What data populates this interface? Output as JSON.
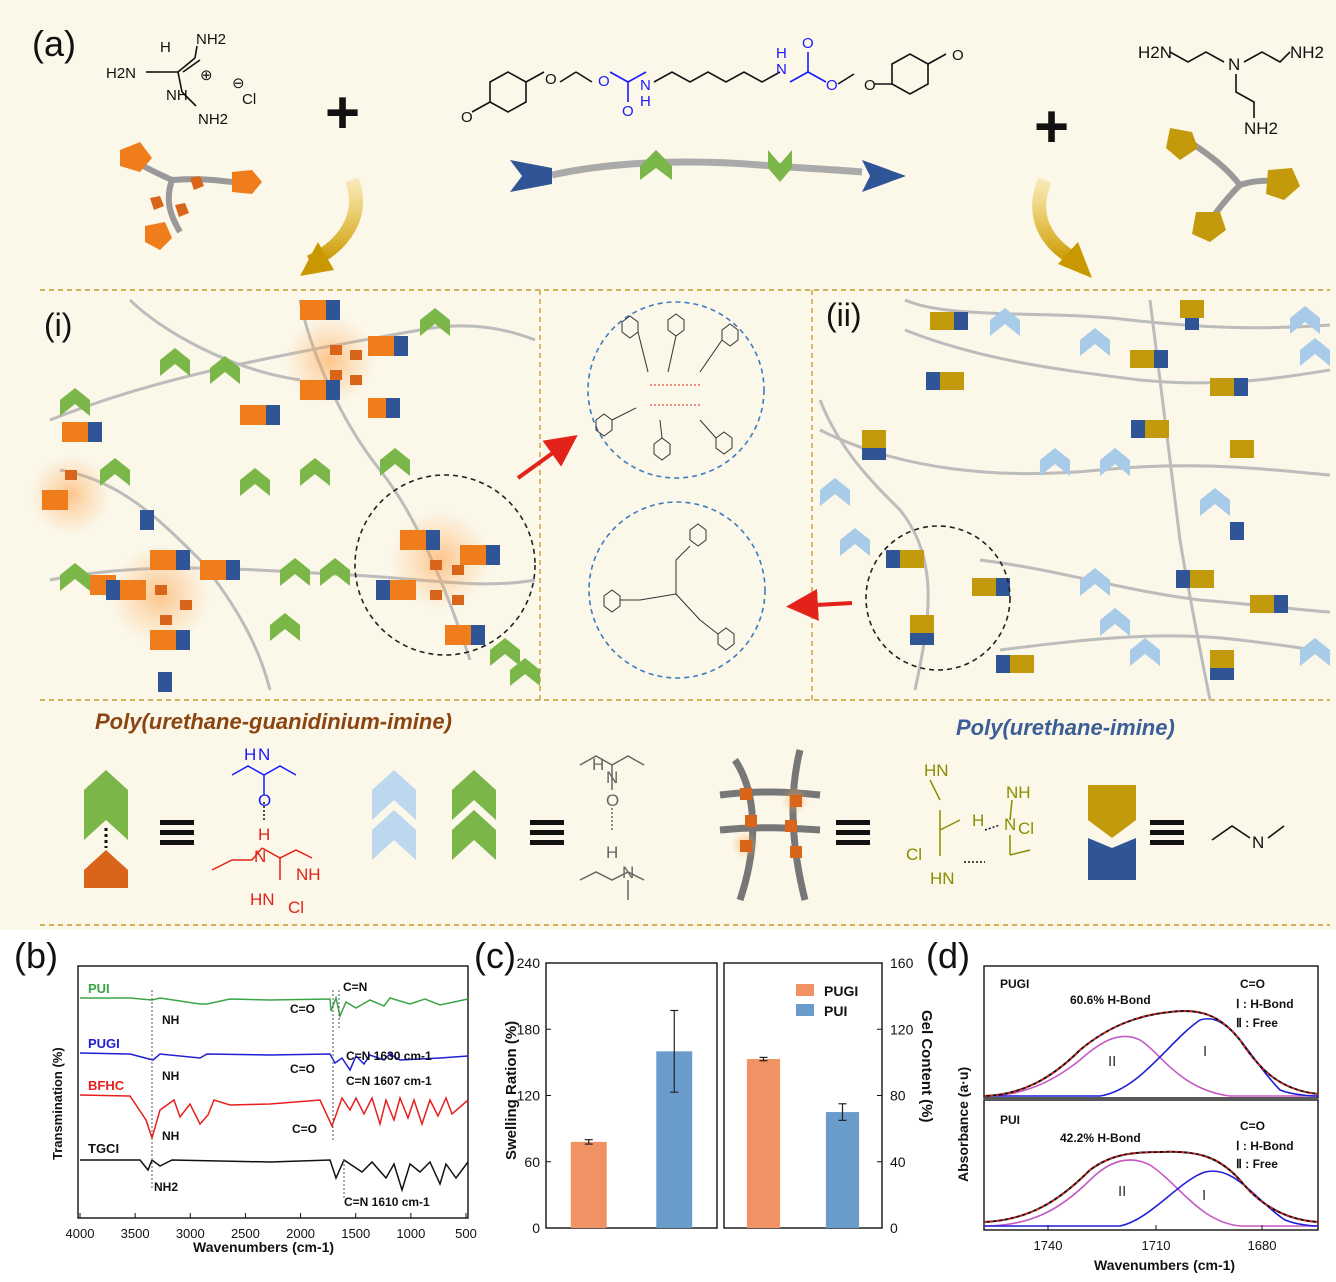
{
  "panel_labels": {
    "a": "(a)",
    "b": "(b)",
    "c": "(c)",
    "d": "(d)",
    "i": "(i)",
    "ii": "(ii)"
  },
  "reactants": {
    "tgci": {
      "nh2_1": "NH2",
      "h": "H",
      "nh2_2": "NH2",
      "h2n": "H2N",
      "nh": "NH",
      "plus_charge": "⊕",
      "minus_charge": "⊖",
      "cl": "Cl"
    },
    "linker": {
      "o1": "O",
      "o2": "O",
      "o3": "O",
      "o4": "O",
      "h1": "H",
      "n1": "N",
      "h2": "H",
      "n2": "N"
    },
    "tren": {
      "h2n": "H2N",
      "n": "N",
      "nh2_right": "NH2",
      "nh2_bottom": "NH2"
    },
    "plus": "+"
  },
  "captions": {
    "pugi": "Poly(urethane-guanidinium-imine)",
    "pui": "Poly(urethane-imine)"
  },
  "legend_structs": {
    "urethane": {
      "n": "N",
      "h": "H",
      "o": "O"
    },
    "hydrazone": {
      "h": "H",
      "n": "N",
      "nh": "NH",
      "hn": "HN",
      "cl": "Cl"
    },
    "guan_pair": {
      "hn": "HN",
      "nh": "NH",
      "h": "H",
      "n": "N",
      "cl": "Cl"
    },
    "imine": {
      "n": "N"
    }
  },
  "colors": {
    "orange": "#f07d1c",
    "green": "#7ab648",
    "blue": "#2f5597",
    "gold": "#c39a0b",
    "lightblue": "#a7cbe8",
    "olive": "#8c8c00",
    "red": "#e32219",
    "urethane_blue": "#1a1aff"
  },
  "panel_b": {
    "ylabel": "Transmination (%)",
    "xlabel": "Wavenumbers (cm-1)",
    "xticks": [
      "4000",
      "3500",
      "3000",
      "2500",
      "2000",
      "1500",
      "1000",
      "500"
    ],
    "series": [
      {
        "name": "PUI",
        "color": "#3aa546"
      },
      {
        "name": "PUGI",
        "color": "#1f1fd6"
      },
      {
        "name": "BFHC",
        "color": "#e81f1f"
      },
      {
        "name": "TGCI",
        "color": "#111111"
      }
    ],
    "annotations": {
      "nh_pui": "NH",
      "co_pui": "C=O",
      "cn_pui": "C=N",
      "nh_pugi": "NH",
      "co_pugi": "C=O",
      "cn1630": "C=N 1630 cm-1",
      "cn1607": "C=N 1607 cm-1",
      "nh_bfhc": "NH",
      "co_bfhc": "C=O",
      "nh2_tgci": "NH2",
      "cn1610": "C=N 1610 cm-1"
    }
  },
  "chart_data": [
    {
      "type": "bar",
      "title": "",
      "ylabel": "Swelling Ration (%)",
      "ylim": [
        0,
        240
      ],
      "yticks": [
        "0",
        "60",
        "120",
        "180",
        "240"
      ],
      "categories": [
        "PUGI",
        "PUI"
      ],
      "values": [
        78,
        160
      ],
      "errors": [
        2,
        37
      ],
      "colors": [
        "#f19264",
        "#6a9ccb"
      ]
    },
    {
      "type": "bar",
      "title": "",
      "ylabel": "Gel Content (%)",
      "ylim": [
        0,
        160
      ],
      "yticks": [
        "0",
        "40",
        "80",
        "120",
        "160"
      ],
      "categories": [
        "PUGI",
        "PUI"
      ],
      "values": [
        102,
        70
      ],
      "errors": [
        1,
        5
      ],
      "colors": [
        "#f19264",
        "#6a9ccb"
      ],
      "legend": [
        "PUGI",
        "PUI"
      ],
      "legend_position": "top-right"
    }
  ],
  "panel_d": {
    "ylabel": "Absorbance (a·u)",
    "xlabel": "Wavenumbers (cm-1)",
    "xticks": [
      "1740",
      "1710",
      "1680"
    ],
    "top": {
      "sample": "PUGI",
      "hbond": "60.6% H-Bond",
      "co": "C=O",
      "i_label": "Ⅰ : H-Bond",
      "ii_label": "Ⅱ : Free",
      "peak_i": "I",
      "peak_ii": "II"
    },
    "bottom": {
      "sample": "PUI",
      "hbond": "42.2% H-Bond",
      "co": "C=O",
      "i_label": "Ⅰ : H-Bond",
      "ii_label": "Ⅱ : Free",
      "peak_i": "I",
      "peak_ii": "II"
    }
  }
}
